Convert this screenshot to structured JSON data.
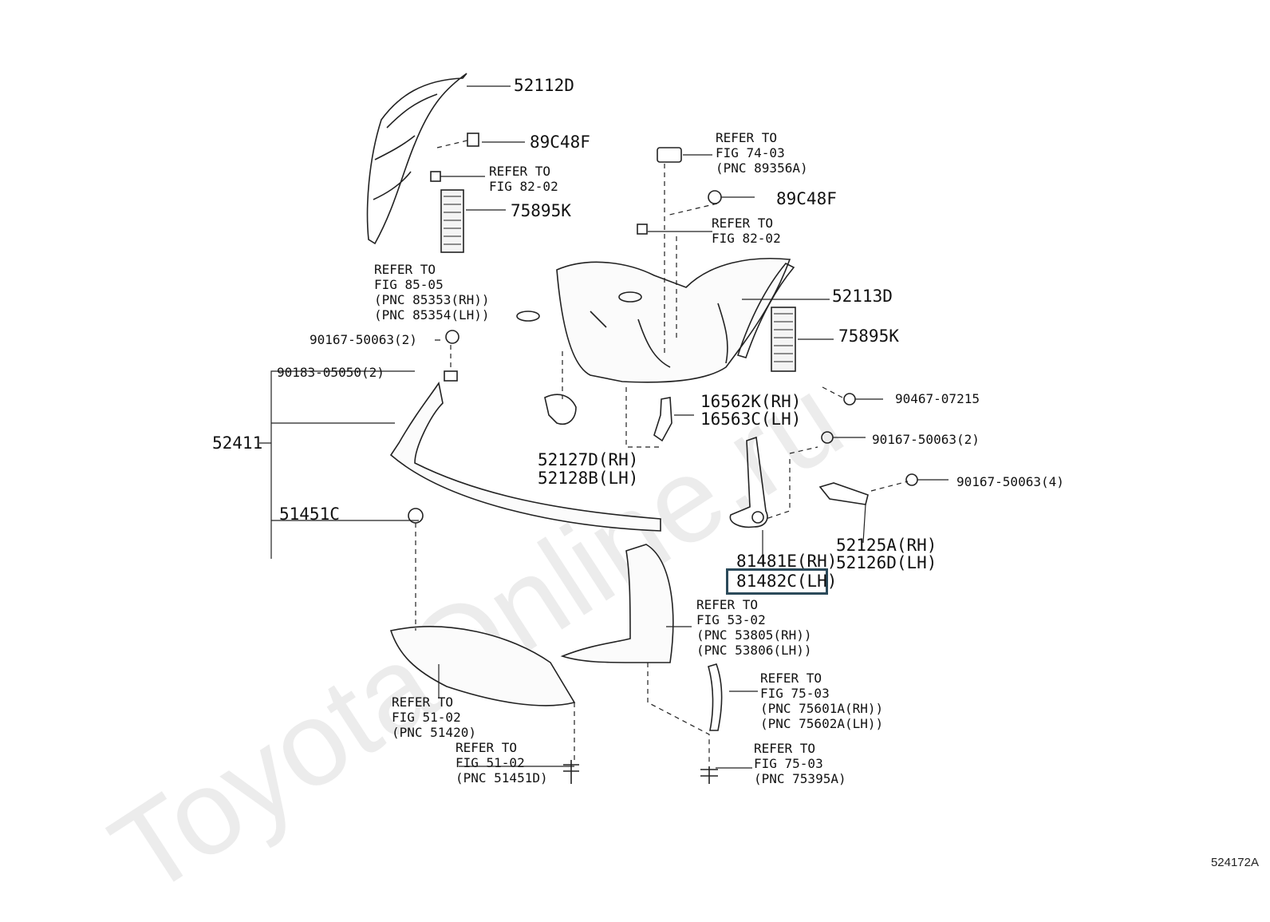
{
  "watermark": "ToyotaOnline.ru",
  "diagram_id": "524172A",
  "labels": {
    "p52112D": "52112D",
    "p89C48F_a": "89C48F",
    "refer_82_02_a": [
      "REFER TO",
      "FIG 82-02"
    ],
    "p75895K_a": "75895K",
    "refer_85_05": [
      "REFER TO",
      "FIG 85-05",
      "(PNC 85353(RH))",
      "(PNC 85354(LH))"
    ],
    "p90167_50063_2_a": "90167-50063(2)",
    "p90183_05050": "90183-05050(2)",
    "p52411": "52411",
    "p51451C": "51451C",
    "refer_74_03": [
      "REFER TO",
      "FIG 74-03",
      "(PNC 89356A)"
    ],
    "p89C48F_b": "89C48F",
    "refer_82_02_b": [
      "REFER TO",
      "FIG 82-02"
    ],
    "p52113D": "52113D",
    "p75895K_b": "75895K",
    "p90467_07215": "90467-07215",
    "p16562K": "16562K(RH)",
    "p16563C": "16563C(LH)",
    "p52127D": "52127D(RH)",
    "p52128B": "52128B(LH)",
    "p90167_50063_2_b": "90167-50063(2)",
    "p90167_50063_4": "90167-50063(4)",
    "p52125A": "52125A(RH)",
    "p52126D": "52126D(LH)",
    "p81481E": "81481E(RH)",
    "p81482C": "81482C(LH)",
    "refer_53_02": [
      "REFER TO",
      "FIG 53-02",
      "(PNC 53805(RH))",
      "(PNC 53806(LH))"
    ],
    "refer_51_02_a": [
      "REFER TO",
      "FIG 51-02",
      "(PNC 51420)"
    ],
    "refer_51_02_b": [
      "REFER TO",
      "FIG 51-02",
      "(PNC 51451D)"
    ],
    "refer_75_03_a": [
      "REFER TO",
      "FIG 75-03",
      "(PNC 75601A(RH))",
      "(PNC 75602A(LH))"
    ],
    "refer_75_03_b": [
      "REFER TO",
      "FIG 75-03",
      "(PNC 75395A)"
    ]
  },
  "highlighted_part": "81482C(LH)"
}
